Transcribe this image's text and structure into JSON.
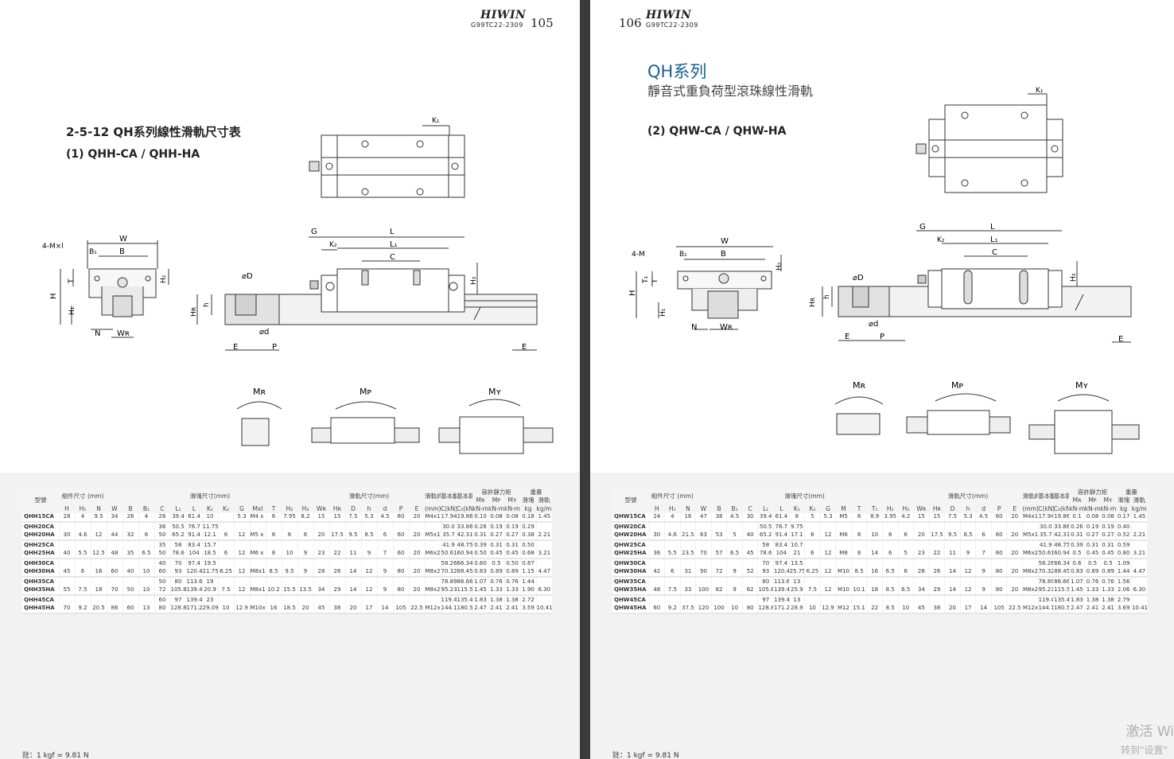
{
  "left_page": {
    "logo": "HIWIN",
    "doc_code": "G99TC22-2309",
    "page_number": "105",
    "section_title": "2-5-12 QH系列線性滑軌尺寸表",
    "subtitle": "(1) QHH-CA / QHH-HA",
    "dim_labels": {
      "K1": "K₁",
      "W": "W",
      "B": "B",
      "B1": "B₁",
      "M": "4-M×l",
      "T": "T",
      "H": "H",
      "H1": "H₁",
      "H2": "H₂",
      "H3": "H₃",
      "N": "N",
      "WR": "Wʀ",
      "G": "G",
      "K2": "K₂",
      "L": "L",
      "L1": "L₁",
      "C": "C",
      "D": "⌀D",
      "d": "⌀d",
      "h": "h",
      "HR": "Hʀ",
      "E": "E",
      "P": "P",
      "MR": "Mʀ",
      "MP": "Mᴘ",
      "MY": "Mʏ"
    },
    "note": "註：1 kgf = 9.81 N"
  },
  "right_page": {
    "logo": "HIWIN",
    "doc_code": "G99TC22-2309",
    "page_number": "106",
    "series_title": "QH系列",
    "series_subtitle": "靜音式重負荷型滾珠線性滑軌",
    "subtitle": "(2) QHW-CA / QHW-HA",
    "dim_labels": {
      "K1": "K₁",
      "W": "W",
      "B": "B",
      "B1": "B₁",
      "M": "4-M",
      "T": "T",
      "T1": "T₁",
      "H": "H",
      "H1": "H₁",
      "H2": "H₂",
      "H3": "H₃",
      "N": "N",
      "WR": "Wʀ",
      "G": "G",
      "K2": "K₂",
      "L": "L",
      "L1": "L₁",
      "C": "C",
      "D": "⌀D",
      "d": "⌀d",
      "h": "h",
      "HR": "Hʀ",
      "E": "E",
      "P": "P",
      "MR": "Mʀ",
      "MP": "Mᴘ",
      "MY": "Mʏ"
    },
    "note": "註：1 kgf = 9.81 N"
  },
  "table_headers": {
    "model": "型號",
    "assembly": "組件尺寸\n(mm)",
    "block": "滑塊尺寸(mm)",
    "rail": "滑軌尺寸(mm)",
    "bolt": "滑軌的\n固定螺\n栓尺寸",
    "dyn": "基本\n動額\n定負荷",
    "stat": "基本\n靜額\n定負荷",
    "moment": "容許靜力矩",
    "weight": "重量",
    "mr": "Mʀ",
    "mp": "Mᴘ",
    "my": "Mʏ",
    "block_w": "滑塊",
    "rail_w": "滑軌",
    "units": {
      "bolt": "(mm)",
      "c": "C(kN)",
      "c0": "C₀(kN)",
      "knm": "kN-m",
      "kg": "kg",
      "kgm": "kg/m"
    }
  },
  "left_table": {
    "cols": [
      "H",
      "H₁",
      "N",
      "W",
      "B",
      "B₁",
      "C",
      "L₁",
      "L",
      "K₁",
      "K₂",
      "G",
      "Mxl",
      "T",
      "H₂",
      "H₃",
      "Wʀ",
      "Hʀ",
      "D",
      "h",
      "d",
      "P",
      "E"
    ],
    "rows": [
      [
        "QHH15CA",
        "28",
        "4",
        "9.5",
        "34",
        "26",
        "4",
        "26",
        "39.4",
        "61.4",
        "10",
        "",
        "5.3",
        "M4 x 5",
        "6",
        "7.95",
        "8.2",
        "15",
        "15",
        "7.5",
        "5.3",
        "4.5",
        "60",
        "20",
        "M4x16",
        "17.94",
        "19.86",
        "0.10",
        "0.08",
        "0.08",
        "0.18",
        "1.45"
      ],
      [
        "QHH20CA",
        "",
        "",
        "",
        "",
        "",
        "",
        "36",
        "50.5",
        "76.7",
        "11.75",
        "",
        "",
        "",
        "",
        "",
        "",
        "",
        "",
        "",
        "",
        "",
        "",
        "",
        "",
        "30.0",
        "33.86",
        "0.26",
        "0.19",
        "0.19",
        "0.29",
        ""
      ],
      [
        "QHH20HA",
        "30",
        "4.6",
        "12",
        "44",
        "32",
        "6",
        "50",
        "65.2",
        "91.4",
        "12.1",
        "6",
        "12",
        "M5 x 6",
        "8",
        "6",
        "6",
        "20",
        "17.5",
        "9.5",
        "8.5",
        "6",
        "60",
        "20",
        "M5x16",
        "35.7",
        "42.31",
        "0.31",
        "0.27",
        "0.27",
        "0.38",
        "2.21"
      ],
      [
        "QHH25CA",
        "",
        "",
        "",
        "",
        "",
        "",
        "35",
        "58",
        "83.4",
        "15.7",
        "",
        "",
        "",
        "",
        "",
        "",
        "",
        "",
        "",
        "",
        "",
        "",
        "",
        "",
        "41.9",
        "48.75",
        "0.39",
        "0.31",
        "0.31",
        "0.50",
        ""
      ],
      [
        "QHH25HA",
        "40",
        "5.5",
        "12.5",
        "48",
        "35",
        "6.5",
        "50",
        "78.6",
        "104",
        "18.5",
        "6",
        "12",
        "M6 x 8",
        "8",
        "10",
        "9",
        "23",
        "22",
        "11",
        "9",
        "7",
        "60",
        "20",
        "M6x20",
        "50.61",
        "60.94",
        "0.50",
        "0.45",
        "0.45",
        "0.68",
        "3.21"
      ],
      [
        "QHH30CA",
        "",
        "",
        "",
        "",
        "",
        "",
        "40",
        "70",
        "97.4",
        "19.5",
        "",
        "",
        "",
        "",
        "",
        "",
        "",
        "",
        "",
        "",
        "",
        "",
        "",
        "",
        "58.26",
        "66.34",
        "0.60",
        "0.5",
        "0.50",
        "0.87",
        ""
      ],
      [
        "QHH30HA",
        "45",
        "6",
        "16",
        "60",
        "40",
        "10",
        "60",
        "93",
        "120.4",
        "21.75",
        "6.25",
        "12",
        "M8x10",
        "8.5",
        "9.5",
        "9",
        "28",
        "26",
        "14",
        "12",
        "9",
        "80",
        "20",
        "M8x25",
        "70.32",
        "88.45",
        "0.83",
        "0.89",
        "0.89",
        "1.15",
        "4.47"
      ],
      [
        "QHH35CA",
        "",
        "",
        "",
        "",
        "",
        "",
        "50",
        "80",
        "113.6",
        "19",
        "",
        "",
        "",
        "",
        "",
        "",
        "",
        "",
        "",
        "",
        "",
        "",
        "",
        "",
        "78.89",
        "86.66",
        "1.07",
        "0.76",
        "0.76",
        "1.44",
        ""
      ],
      [
        "QHH35HA",
        "55",
        "7.5",
        "18",
        "70",
        "50",
        "10",
        "72",
        "105.8",
        "139.4",
        "20.9",
        "7.5",
        "12",
        "M8x12",
        "10.2",
        "15.5",
        "13.5",
        "34",
        "29",
        "14",
        "12",
        "9",
        "80",
        "20",
        "M8x25",
        "95.23",
        "115.55",
        "1.45",
        "1.33",
        "1.33",
        "1.90",
        "6.30"
      ],
      [
        "QHH45CA",
        "",
        "",
        "",
        "",
        "",
        "",
        "60",
        "97",
        "139.4",
        "23",
        "",
        "",
        "",
        "",
        "",
        "",
        "",
        "",
        "",
        "",
        "",
        "",
        "",
        "",
        "119.4",
        "135.42",
        "1.83",
        "1.38",
        "1.38",
        "2.72",
        ""
      ],
      [
        "QHH45HA",
        "70",
        "9.2",
        "20.5",
        "86",
        "60",
        "13",
        "80",
        "128.8",
        "171.2",
        "29.09",
        "10",
        "12.9",
        "M10x17",
        "16",
        "18.5",
        "20",
        "45",
        "38",
        "20",
        "17",
        "14",
        "105",
        "22.5",
        "M12x35",
        "144.13",
        "180.56",
        "2.47",
        "2.41",
        "2.41",
        "3.59",
        "10.41"
      ]
    ]
  },
  "right_table": {
    "cols": [
      "H",
      "H₁",
      "N",
      "W",
      "B",
      "B₁",
      "C",
      "L₁",
      "L",
      "K₁",
      "K₂",
      "G",
      "M",
      "T",
      "T₁",
      "H₂",
      "H₃",
      "Wʀ",
      "Hʀ",
      "D",
      "h",
      "d",
      "P",
      "E"
    ],
    "rows": [
      [
        "QHW15CA",
        "24",
        "4",
        "16",
        "47",
        "38",
        "4.5",
        "30",
        "39.4",
        "61.4",
        "8",
        "5",
        "5.3",
        "M5",
        "6",
        "8.9",
        "3.95",
        "4.2",
        "15",
        "15",
        "7.5",
        "5.3",
        "4.5",
        "60",
        "20",
        "M4x16",
        "17.94",
        "19.86",
        "0.1",
        "0.08",
        "0.08",
        "0.17",
        "1.45"
      ],
      [
        "QHW20CA",
        "",
        "",
        "",
        "",
        "",
        "",
        "",
        "50.5",
        "76.7",
        "9.75",
        "",
        "",
        "",
        "",
        "",
        "",
        "",
        "",
        "",
        "",
        "",
        "",
        "",
        "",
        "",
        "30.0",
        "33.86",
        "0.26",
        "0.19",
        "0.19",
        "0.40",
        ""
      ],
      [
        "QHW20HA",
        "30",
        "4.6",
        "21.5",
        "63",
        "53",
        "5",
        "40",
        "65.2",
        "91.4",
        "17.1",
        "6",
        "12",
        "M6",
        "8",
        "10",
        "6",
        "6",
        "20",
        "17.5",
        "9.5",
        "8.5",
        "6",
        "60",
        "20",
        "M5x16",
        "35.7",
        "42.31",
        "0.31",
        "0.27",
        "0.27",
        "0.52",
        "2.21"
      ],
      [
        "QHW25CA",
        "",
        "",
        "",
        "",
        "",
        "",
        "",
        "58",
        "83.4",
        "10.7",
        "",
        "",
        "",
        "",
        "",
        "",
        "",
        "",
        "",
        "",
        "",
        "",
        "",
        "",
        "",
        "41.9",
        "48.75",
        "0.39",
        "0.31",
        "0.31",
        "0.59",
        ""
      ],
      [
        "QHW25HA",
        "36",
        "5.5",
        "23.5",
        "70",
        "57",
        "6.5",
        "45",
        "78.6",
        "104",
        "21",
        "6",
        "12",
        "M8",
        "8",
        "14",
        "6",
        "5",
        "23",
        "22",
        "11",
        "9",
        "7",
        "60",
        "20",
        "M6x20",
        "50.61",
        "60.94",
        "0.5",
        "0.45",
        "0.45",
        "0.80",
        "3.21"
      ],
      [
        "QHW30CA",
        "",
        "",
        "",
        "",
        "",
        "",
        "",
        "70",
        "97.4",
        "13.5",
        "",
        "",
        "",
        "",
        "",
        "",
        "",
        "",
        "",
        "",
        "",
        "",
        "",
        "",
        "",
        "58.26",
        "66.34",
        "0.6",
        "0.5",
        "0.5",
        "1.09",
        ""
      ],
      [
        "QHW30HA",
        "42",
        "6",
        "31",
        "90",
        "72",
        "9",
        "52",
        "93",
        "120.4",
        "25.75",
        "6.25",
        "12",
        "M10",
        "8.5",
        "16",
        "6.5",
        "6",
        "28",
        "26",
        "14",
        "12",
        "9",
        "80",
        "20",
        "M8x25",
        "70.32",
        "88.45",
        "0.83",
        "0.89",
        "0.89",
        "1.44",
        "4.47"
      ],
      [
        "QHW35CA",
        "",
        "",
        "",
        "",
        "",
        "",
        "",
        "80",
        "113.6",
        "13",
        "",
        "",
        "",
        "",
        "",
        "",
        "",
        "",
        "",
        "",
        "",
        "",
        "",
        "",
        "",
        "78.89",
        "86.66",
        "1.07",
        "0.76",
        "0.76",
        "1.56",
        ""
      ],
      [
        "QHW35HA",
        "48",
        "7.5",
        "33",
        "100",
        "82",
        "9",
        "62",
        "105.8",
        "139.4",
        "25.9",
        "7.5",
        "12",
        "M10",
        "10.1",
        "18",
        "8.5",
        "6.5",
        "34",
        "29",
        "14",
        "12",
        "9",
        "80",
        "20",
        "M8x25",
        "95.23",
        "115.55",
        "1.45",
        "1.33",
        "1.33",
        "2.06",
        "6.30"
      ],
      [
        "QHW45CA",
        "",
        "",
        "",
        "",
        "",
        "",
        "",
        "97",
        "139.4",
        "13",
        "",
        "",
        "",
        "",
        "",
        "",
        "",
        "",
        "",
        "",
        "",
        "",
        "",
        "",
        "",
        "119.4",
        "135.42",
        "1.83",
        "1.38",
        "1.38",
        "2.79",
        ""
      ],
      [
        "QHW45HA",
        "60",
        "9.2",
        "37.5",
        "120",
        "100",
        "10",
        "80",
        "128.8",
        "171.2",
        "28.9",
        "10",
        "12.9",
        "M12",
        "15.1",
        "22",
        "8.5",
        "10",
        "45",
        "38",
        "20",
        "17",
        "14",
        "105",
        "22.5",
        "M12x35",
        "144.13",
        "180.56",
        "2.47",
        "2.41",
        "2.41",
        "3.69",
        "10.41"
      ]
    ]
  },
  "watermark": {
    "line1": "激活 Wi",
    "line2": "转到\"设置\""
  }
}
